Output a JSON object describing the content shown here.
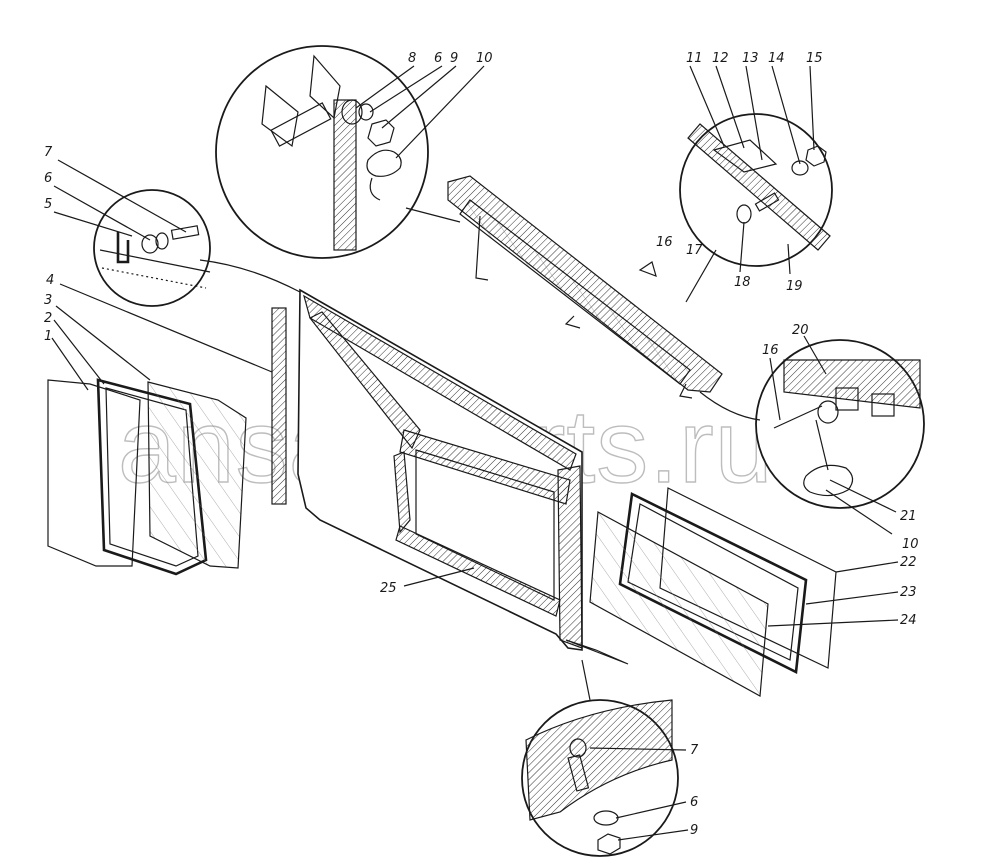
{
  "watermark": "ansat-parts.ru",
  "callouts": [
    {
      "label": "7"
    },
    {
      "label": "6"
    },
    {
      "label": "5"
    },
    {
      "label": "4"
    },
    {
      "label": "3"
    },
    {
      "label": "2"
    },
    {
      "label": "1"
    },
    {
      "label": "8"
    },
    {
      "label": "6"
    },
    {
      "label": "9"
    },
    {
      "label": "10"
    },
    {
      "label": "11"
    },
    {
      "label": "12"
    },
    {
      "label": "13"
    },
    {
      "label": "14"
    },
    {
      "label": "15"
    },
    {
      "label": "16"
    },
    {
      "label": "17"
    },
    {
      "label": "18"
    },
    {
      "label": "19"
    },
    {
      "label": "20"
    },
    {
      "label": "16"
    },
    {
      "label": "21"
    },
    {
      "label": "10"
    },
    {
      "label": "22"
    },
    {
      "label": "23"
    },
    {
      "label": "24"
    },
    {
      "label": "25"
    },
    {
      "label": "7"
    },
    {
      "label": "6"
    },
    {
      "label": "9"
    }
  ]
}
